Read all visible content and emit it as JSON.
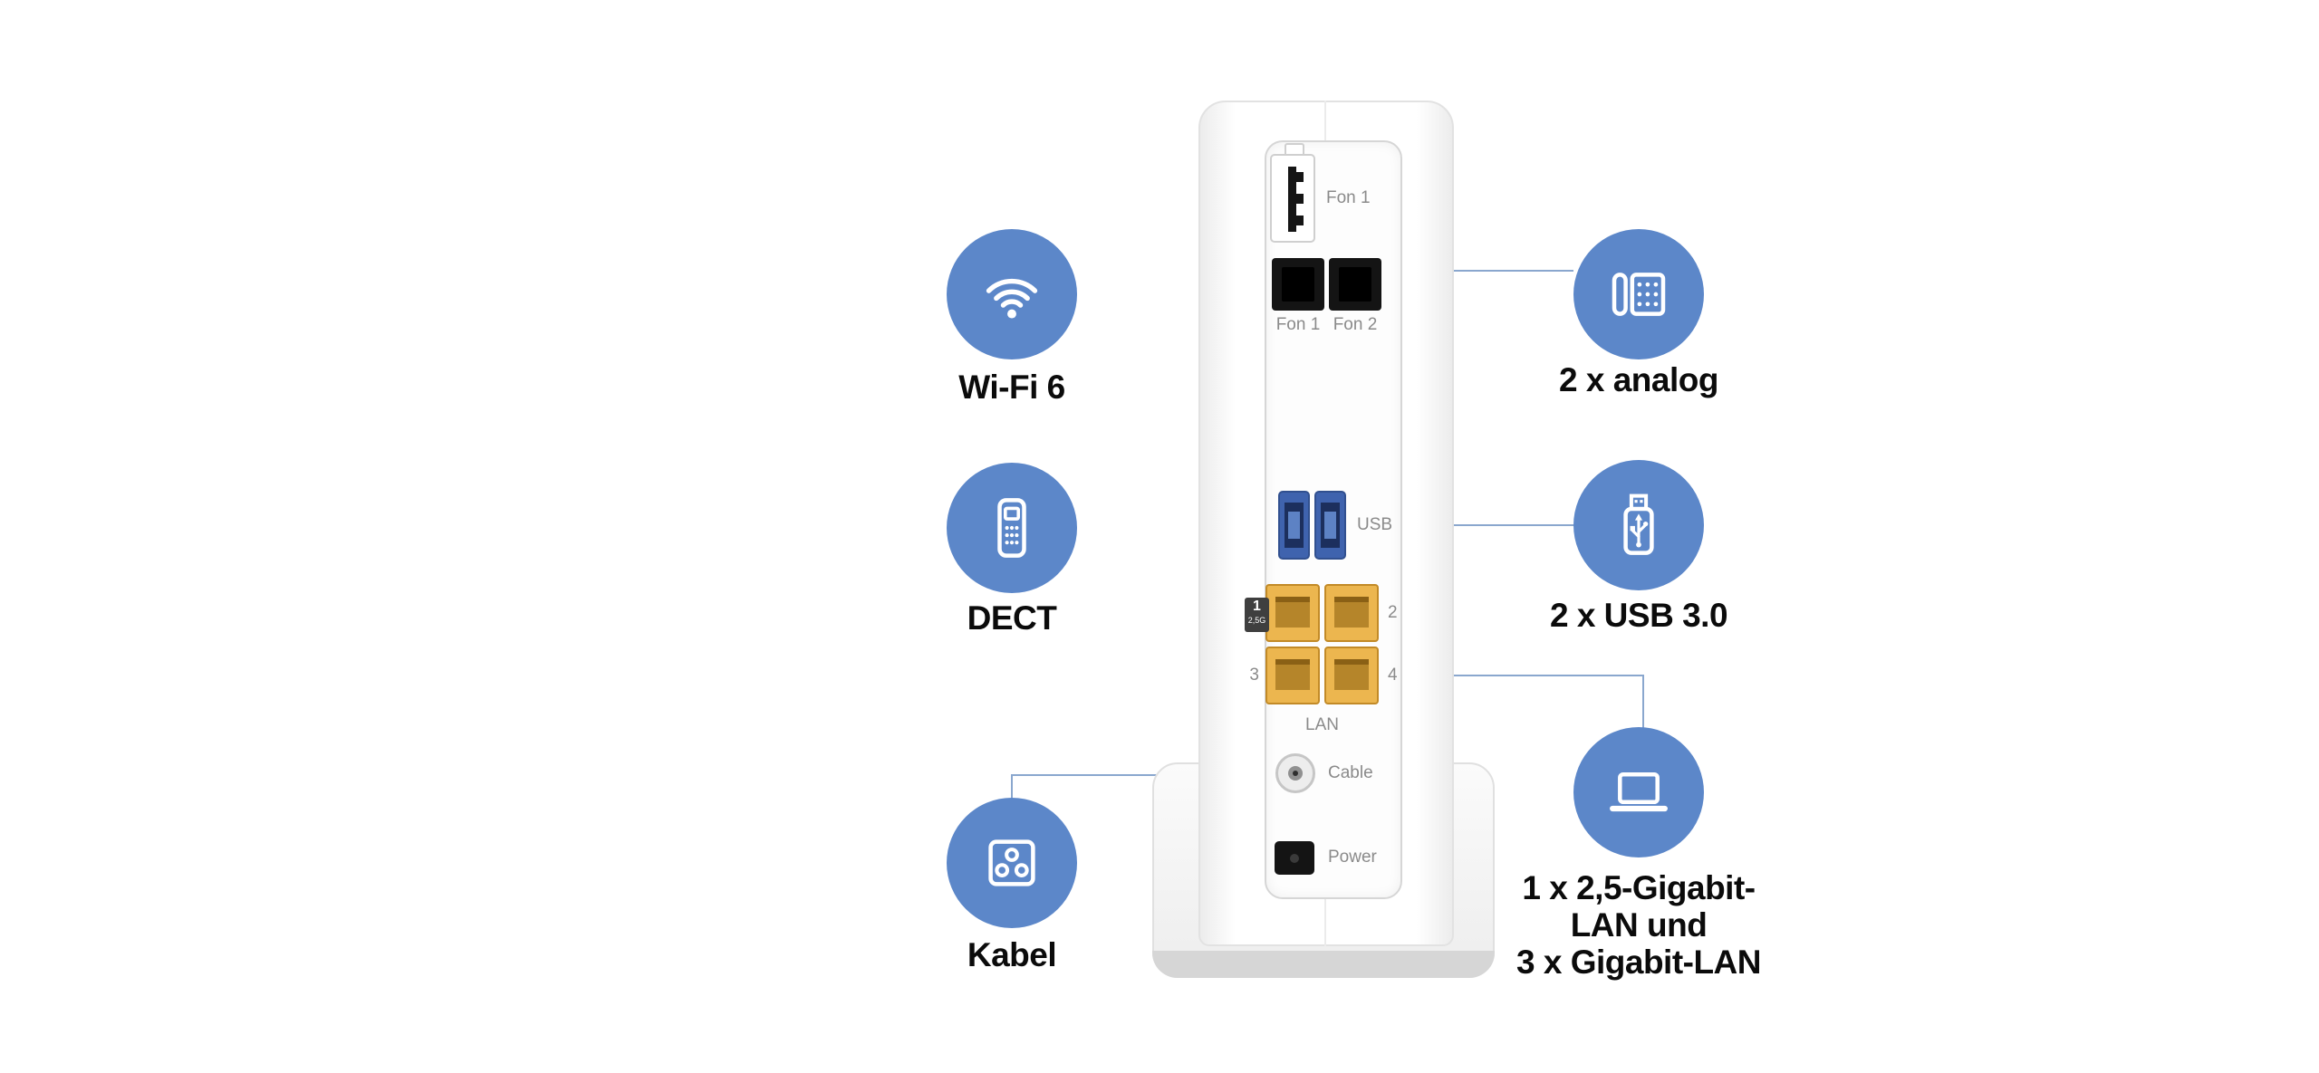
{
  "colors": {
    "icon_circle_blue": "#5c87c9",
    "connector_line": "#8aa7ce",
    "lan_port_yellow": "#ecb64f",
    "usb_port_blue": "#3f63ae"
  },
  "features": {
    "left": [
      {
        "icon": "wifi-icon",
        "label": "Wi-Fi 6"
      },
      {
        "icon": "dect-handset-icon",
        "label": "DECT"
      },
      {
        "icon": "cable-socket-icon",
        "label": "Kabel"
      }
    ],
    "right": [
      {
        "icon": "analog-phone-icon",
        "label": "2 x analog"
      },
      {
        "icon": "usb-stick-icon",
        "label": "2 x USB 3.0"
      },
      {
        "icon": "laptop-icon",
        "label": "1 x 2,5-Gigabit-LAN und 3 x Gigabit-LAN",
        "label_lines": [
          "1 x 2,5-Gigabit-",
          "LAN und",
          "3 x Gigabit-LAN"
        ]
      }
    ]
  },
  "router": {
    "ports": {
      "tae": {
        "label": "Fon 1"
      },
      "fon": {
        "port1_label": "Fon 1",
        "port2_label": "Fon 2"
      },
      "usb": {
        "label": "USB"
      },
      "lan": {
        "label": "LAN",
        "port1_badge": {
          "number": "1",
          "speed": "2,5G"
        },
        "port2_label": "2",
        "port3_label": "3",
        "port4_label": "4"
      },
      "cable": {
        "label": "Cable"
      },
      "power": {
        "label": "Power"
      }
    }
  }
}
